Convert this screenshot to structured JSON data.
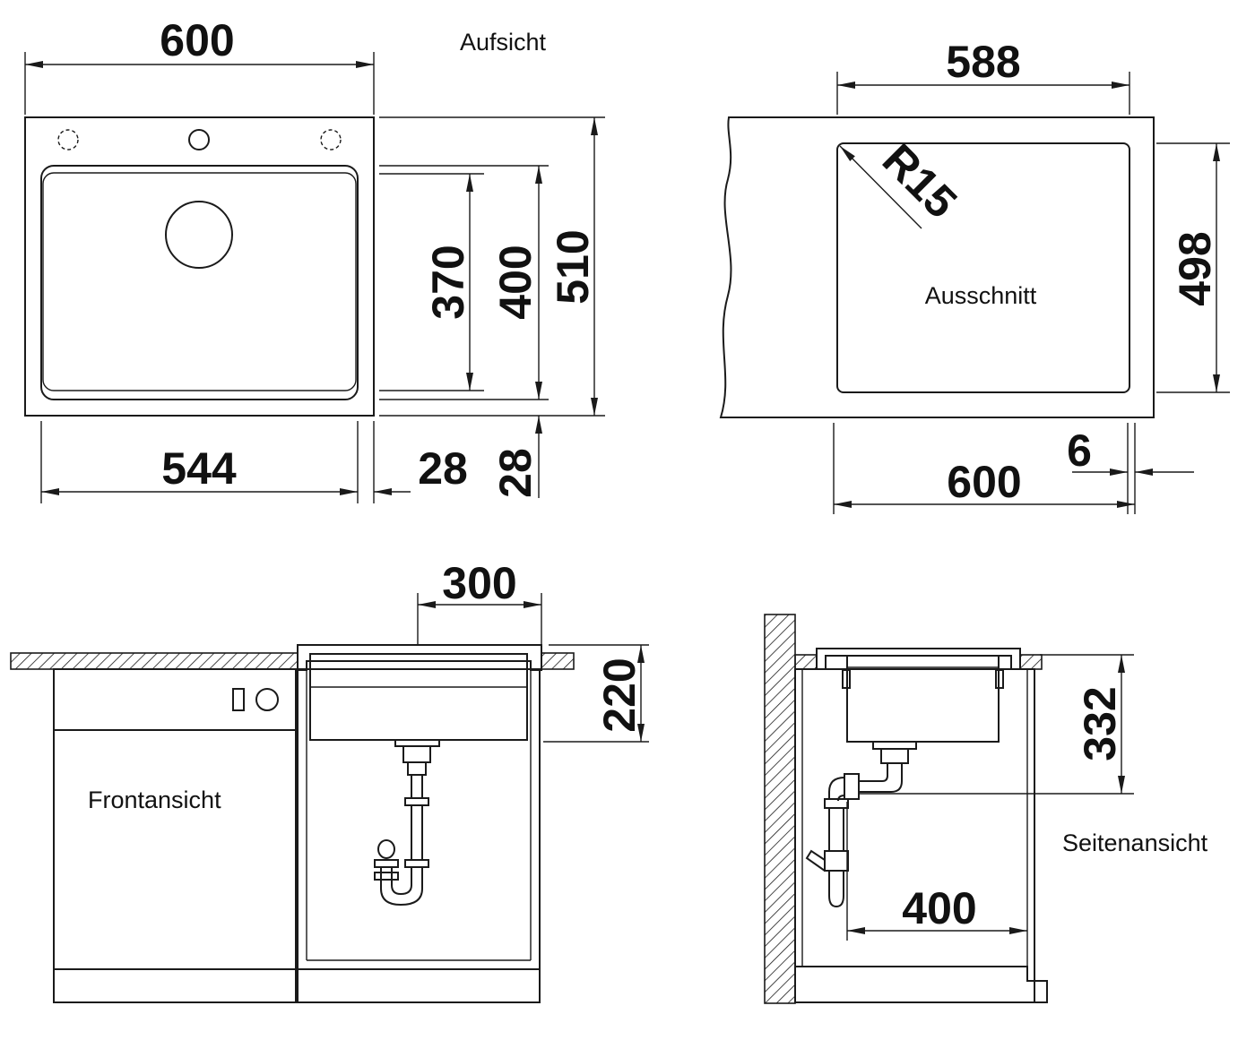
{
  "views": {
    "top": {
      "title": "Aufsicht"
    },
    "cutout": {
      "title": "Ausschnitt"
    },
    "front": {
      "title": "Frontansicht"
    },
    "side": {
      "title": "Seitenansicht"
    }
  },
  "dimensions": {
    "top_width": "600",
    "top_inner_width": "544",
    "top_rim_right": "28",
    "top_rim_bottom": "28",
    "top_basin_depth": "370",
    "top_inner_depth": "400",
    "top_total_depth": "510",
    "cutout_width": "588",
    "cutout_depth": "498",
    "cutout_radius": "R15",
    "cutout_sink_width": "600",
    "cutout_offset": "6",
    "front_drain_offset": "300",
    "front_height": "220",
    "side_height": "332",
    "side_drain_distance": "400"
  }
}
